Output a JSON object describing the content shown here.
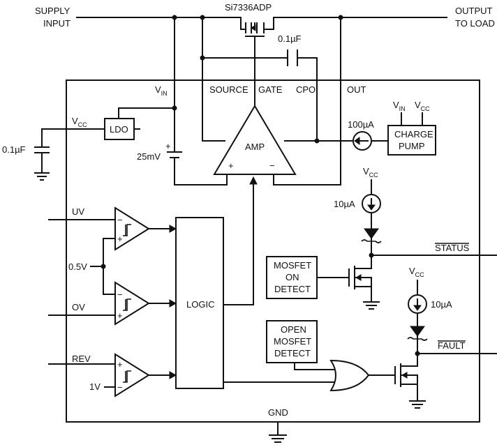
{
  "labels": {
    "supply_input_1": "SUPPLY",
    "supply_input_2": "INPUT",
    "mosfet_part": "Si7336ADP",
    "output_1": "OUTPUT",
    "output_2": "TO LOAD",
    "cap_cpo": "0.1µF",
    "vin_pin": "V",
    "vin_sub": "IN",
    "source_pin": "SOURCE",
    "gate_pin": "GATE",
    "cpo_pin": "CPO",
    "out_pin": "OUT",
    "vcc_pin": "V",
    "vcc_sub": "CC",
    "ldo": "LDO",
    "cap_vcc": "0.1µF",
    "offset": "25mV",
    "amp": "AMP",
    "current_100": "100µA",
    "charge_pump_1": "CHARGE",
    "charge_pump_2": "PUMP",
    "cp_vin": "V",
    "cp_vin_sub": "IN",
    "cp_vcc": "V",
    "cp_vcc_sub": "CC",
    "uv": "UV",
    "ov": "OV",
    "rev": "REV",
    "ref_05": "0.5V",
    "ref_1": "1V",
    "logic": "LOGIC",
    "vcc_status": "V",
    "vcc_status_sub": "CC",
    "current_10a": "10µA",
    "status": "STATUS",
    "mosfet_on_1": "MOSFET",
    "mosfet_on_2": "ON",
    "mosfet_on_3": "DETECT",
    "vcc_fault": "V",
    "vcc_fault_sub": "CC",
    "current_10b": "10µA",
    "open_mosfet_1": "OPEN",
    "open_mosfet_2": "MOSFET",
    "open_mosfet_3": "DETECT",
    "fault": "FAULT",
    "gnd": "GND",
    "plus": "+",
    "minus": "−"
  }
}
